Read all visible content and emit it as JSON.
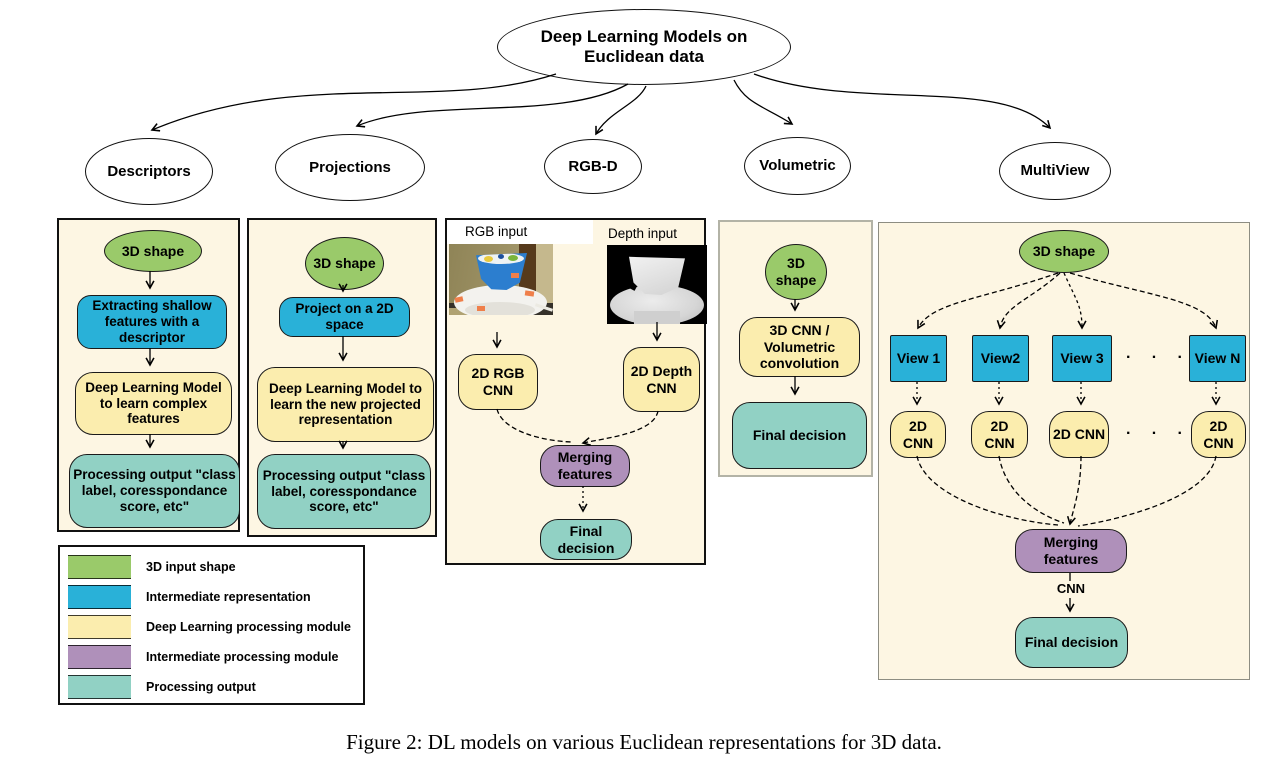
{
  "root": {
    "label": "Deep Learning Models on Euclidean data"
  },
  "branches": {
    "descriptors": {
      "label": "Descriptors",
      "nodes": {
        "input": "3D shape",
        "intermediate": "Extracting shallow features with a descriptor",
        "dl": "Deep Learning Model to learn complex features",
        "output": "Processing output \"class label, coresspondance score, etc\""
      }
    },
    "projections": {
      "label": "Projections",
      "nodes": {
        "input": "3D shape",
        "intermediate": "Project on a 2D space",
        "dl": "Deep Learning Model to learn the new projected representation",
        "output": "Processing output \"class label, coresspondance score, etc\""
      }
    },
    "rgbd": {
      "label": "RGB-D",
      "rgb_input_label": "RGB input",
      "depth_input_label": "Depth input",
      "nodes": {
        "rgb_cnn": "2D RGB CNN",
        "depth_cnn": "2D Depth CNN",
        "merging": "Merging features",
        "final": "Final decision"
      }
    },
    "volumetric": {
      "label": "Volumetric",
      "nodes": {
        "input": "3D shape",
        "dl": "3D CNN / Volumetric convolution",
        "final": "Final decision"
      }
    },
    "multiview": {
      "label": "MultiView",
      "nodes": {
        "input": "3D shape",
        "views": [
          "View 1",
          "View2",
          "View 3",
          "View N"
        ],
        "cnns": [
          "2D CNN",
          "2D CNN",
          "2D CNN",
          "2D CNN"
        ],
        "dots": "· · ·",
        "merging": "Merging features",
        "cnn_label": "CNN",
        "final": "Final decision"
      }
    }
  },
  "legend": {
    "items": [
      {
        "label": "3D input shape",
        "color": "#9aca6a"
      },
      {
        "label": "Intermediate representation",
        "color": "#29b1d8"
      },
      {
        "label": "Deep Learning processing module",
        "color": "#fbedae"
      },
      {
        "label": "Intermediate processing module",
        "color": "#af90ba"
      },
      {
        "label": "Processing output",
        "color": "#91d1c4"
      }
    ]
  },
  "caption": "Figure 2: DL models on various Euclidean representations for 3D data.",
  "colors": {
    "panel_background": "#fdf6e3",
    "green": "#9aca6a",
    "blue": "#29b1d8",
    "yellow": "#fbedae",
    "purple": "#af90ba",
    "teal": "#91d1c4"
  }
}
